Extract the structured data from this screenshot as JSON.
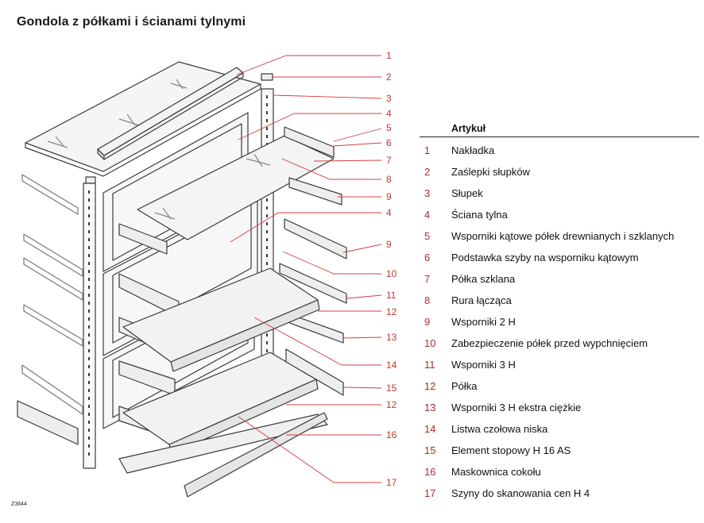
{
  "title": "Gondola z półkami i ścianami tylnymi",
  "legend_header": "Artykuł",
  "items": [
    {
      "num": "1",
      "label": "Nakładka"
    },
    {
      "num": "2",
      "label": "Zaślepki słupków"
    },
    {
      "num": "3",
      "label": "Słupek"
    },
    {
      "num": "4",
      "label": "Ściana tylna"
    },
    {
      "num": "5",
      "label": "Wsporniki kątowe półek drewnianych i szklanych"
    },
    {
      "num": "6",
      "label": "Podstawka szyby na wsporniku kątowym"
    },
    {
      "num": "7",
      "label": "Półka szklana"
    },
    {
      "num": "8",
      "label": "Rura łącząca"
    },
    {
      "num": "9",
      "label": "Wsporniki 2 H"
    },
    {
      "num": "10",
      "label": "Zabezpieczenie półek przed wypchnięciem"
    },
    {
      "num": "11",
      "label": "Wsporniki 3 H"
    },
    {
      "num": "12",
      "label": "Półka"
    },
    {
      "num": "13",
      "label": "Wsporniki 3 H ekstra ciężkie"
    },
    {
      "num": "14",
      "label": "Listwa czołowa niska"
    },
    {
      "num": "15",
      "label": "Element stopowy H 16 AS"
    },
    {
      "num": "16",
      "label": "Maskownica cokołu"
    },
    {
      "num": "17",
      "label": "Szyny do skanowania cen H 4"
    }
  ],
  "callouts": [
    "1",
    "2",
    "3",
    "4",
    "5",
    "6",
    "7",
    "8",
    "9",
    "4",
    "9",
    "10",
    "11",
    "12",
    "13",
    "14",
    "15",
    "12",
    "16",
    "17"
  ],
  "drawing_code": "Z3644",
  "colors": {
    "callout": "#c0392b",
    "line": "#333333",
    "leader": "#d04040"
  }
}
